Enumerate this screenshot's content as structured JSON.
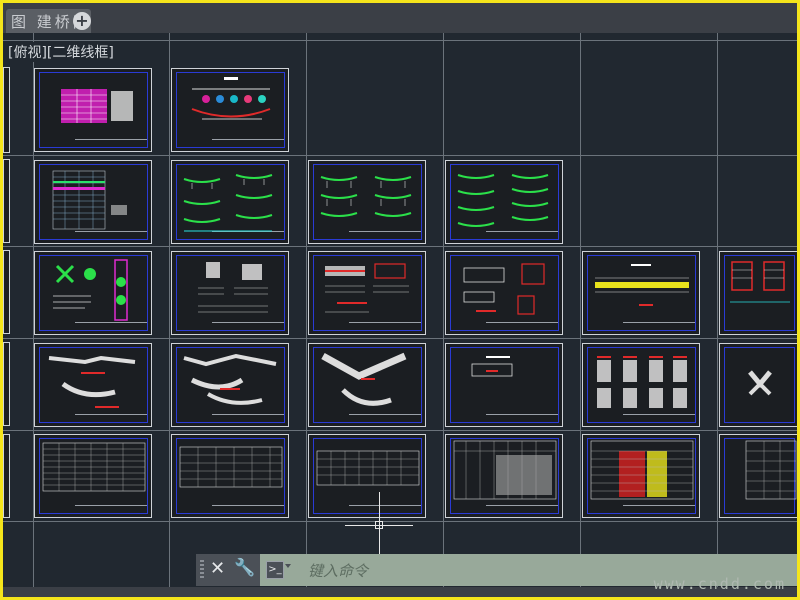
{
  "window": {
    "tab_title": "图 建桥网",
    "new_tab_label": "+"
  },
  "viewport": {
    "label": "[俯视][二维线框]"
  },
  "command_line": {
    "placeholder": "键入命令",
    "close_label": "✕",
    "customize_label": "🔧",
    "prompt_icon": ">_"
  },
  "watermark": "www.cndd.com",
  "colors": {
    "frame": "#f5e51b",
    "background": "#212830",
    "grid_line": "#6b737b",
    "sheet_border": "#cfd3d8",
    "sheet_inner": "#2a3bd6",
    "command_bar": "#98a99a"
  }
}
